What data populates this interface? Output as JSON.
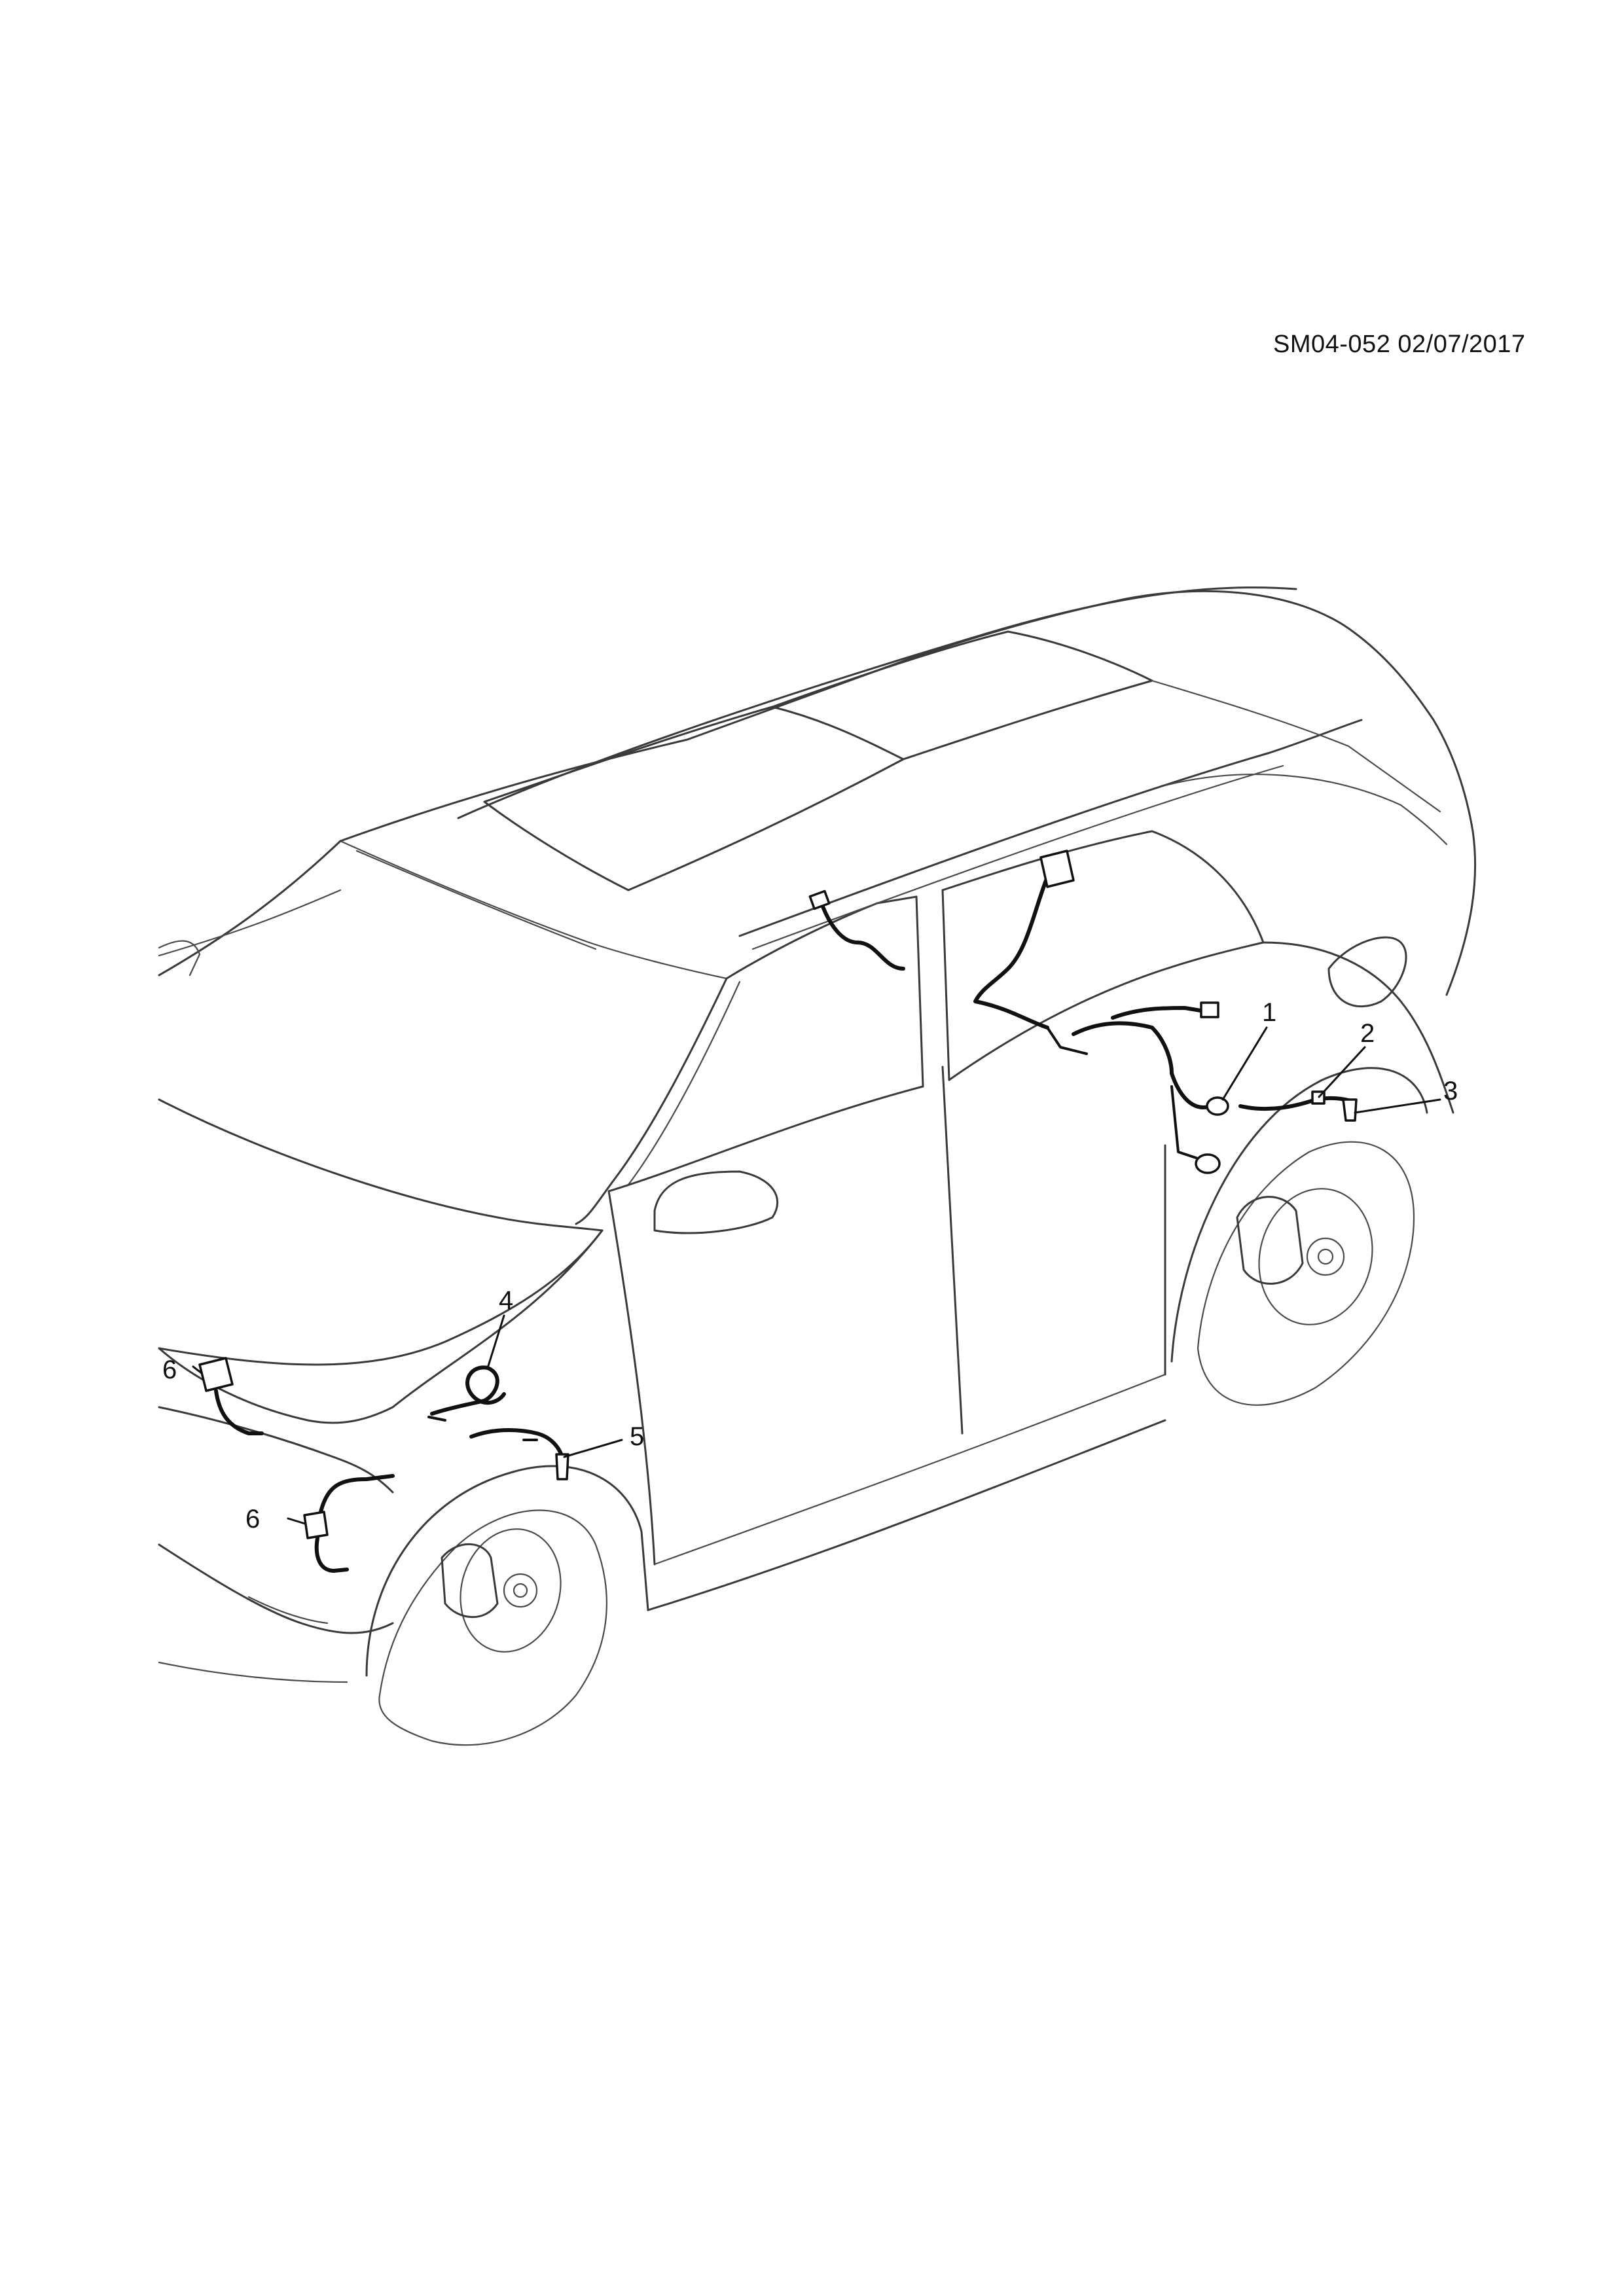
{
  "document_id": "SM04-052 02/07/2017",
  "callouts": [
    {
      "id": "c1",
      "label": "1"
    },
    {
      "id": "c2",
      "label": "2"
    },
    {
      "id": "c3",
      "label": "3"
    },
    {
      "id": "c4",
      "label": "4"
    },
    {
      "id": "c5",
      "label": "5"
    },
    {
      "id": "c6a",
      "label": "6"
    },
    {
      "id": "c6b",
      "label": "6"
    }
  ]
}
